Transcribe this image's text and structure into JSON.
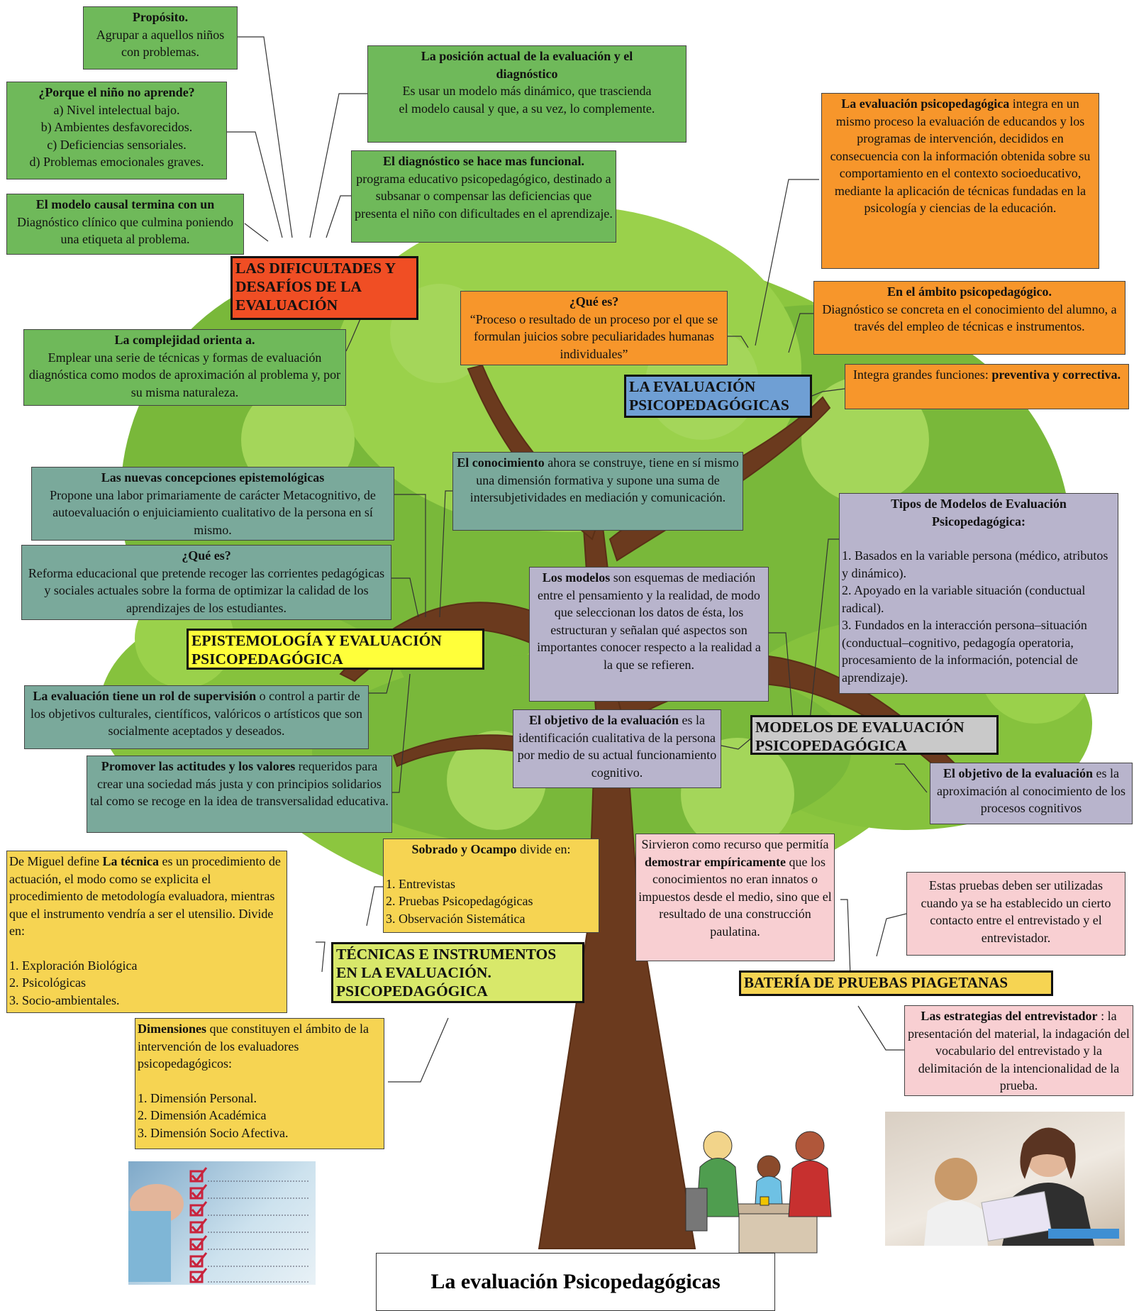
{
  "title": "La evaluación Psicopedagógicas",
  "colors": {
    "green": "#6fb95a",
    "orange": "#f7962b",
    "red_header": "#f04e24",
    "blue_header": "#6f9fd4",
    "teal": "#7aa99b",
    "lavender": "#b8b4cc",
    "yellow": "#f6d452",
    "yellow_header": "#ffff3a",
    "lightgreen_header": "#d8e86a",
    "pink": "#f8cfd2",
    "gray_header": "#c9c9c9"
  },
  "headers": {
    "dificultades": "LAS DIFICULTADES Y DESAFÍOS DE LA EVALUACIÓN",
    "evaluacion": "LA EVALUACIÓN PSICOPEDAGÓGICAS",
    "epistemologia": "EPISTEMOLOGÍA Y EVALUACIÓN PSICOPEDAGÓGICA",
    "modelos": "MODELOS DE EVALUACIÓN PSICOPEDAGÓGICA",
    "tecnicas": "TÉCNICAS E INSTRUMENTOS EN LA EVALUACIÓN. PSICOPEDAGÓGICA",
    "bateria": "BATERÍA DE PRUEBAS PIAGETANAS"
  },
  "dificultades": {
    "proposito": {
      "title": "Propósito.",
      "text": "Agrupar a aquellos niños con problemas."
    },
    "porque": {
      "title": "¿Porque el niño no aprende?",
      "items": [
        "a) Nivel intelectual bajo.",
        "b) Ambientes desfavorecidos.",
        "c) Deficiencias sensoriales.",
        "d) Problemas emocionales graves."
      ]
    },
    "causal": {
      "title": "El modelo causal termina con un",
      "text": "Diagnóstico clínico que culmina poniendo una etiqueta al problema."
    },
    "posicion": {
      "title": "La posición actual de la evaluación y el diagnóstico",
      "text": "Es usar un modelo más dinámico, que trascienda el modelo causal y que, a su vez, lo complemente."
    },
    "funcional": {
      "title": "El diagnóstico se hace mas funcional.",
      "text": "programa educativo psicopedagógico, destinado a subsanar o compensar las deficiencias que presenta el niño con dificultades en el aprendizaje."
    },
    "complejidad": {
      "title": "La complejidad orienta a.",
      "text": "Emplear una serie de técnicas y formas de evaluación diagnóstica como modos de aproximación al problema y, por su misma naturaleza."
    }
  },
  "evaluacion": {
    "integra_bold": "La evaluación psicopedagógica",
    "integra_text": "integra en un mismo proceso la evaluación de educandos y los programas de intervención, decididos en consecuencia con la información obtenida sobre su comportamiento en el contexto socioeducativo, mediante la aplicación de técnicas fundadas en la psicología y ciencias de la educación.",
    "que_es_title": "¿Qué es?",
    "que_es_text": "“Proceso o resultado de un proceso por el que se formulan juicios sobre peculiaridades humanas individuales”",
    "ambito_title": "En el ámbito psicopedagógico.",
    "ambito_text": "Diagnóstico se concreta en el conocimiento del alumno, a través del empleo de técnicas e instrumentos.",
    "funciones_text": "Integra grandes funciones:",
    "funciones_bold": "preventiva y correctiva."
  },
  "epistemologia": {
    "nuevas_title": "Las nuevas concepciones epistemológicas",
    "nuevas_text": "Propone una labor primariamente de carácter Metacognitivo, de autoevaluación o enjuiciamiento cualitativo de la persona en sí mismo.",
    "conocimiento_bold": "El conocimiento",
    "conocimiento_text": "ahora se construye, tiene en sí mismo una dimensión formativa y supone una suma de intersubjetividades en mediación y comunicación.",
    "que_es_title": "¿Qué es?",
    "que_es_text": "Reforma educacional que pretende recoger las corrientes pedagógicas y sociales actuales sobre la forma de optimizar la calidad de los aprendizajes de los estudiantes.",
    "rol_bold": "La evaluación tiene un rol de supervisión",
    "rol_text": "o control a partir de los objetivos culturales, científicos, valóricos o artísticos que son socialmente aceptados y deseados.",
    "promover_bold": "Promover las actitudes y los valores",
    "promover_text": "requeridos para crear una sociedad más justa y con principios solidarios tal como se recoge en la idea de transversalidad educativa."
  },
  "modelos": {
    "modelos_bold": "Los modelos",
    "modelos_text": "son esquemas de mediación entre el pensamiento y la realidad, de modo que seleccionan los datos de ésta, los estructuran y señalan qué aspectos son importantes conocer respecto a la realidad a la que se refieren.",
    "tipos_title": "Tipos de Modelos de Evaluación Psicopedagógica:",
    "tipos_items": [
      "1. Basados en la variable persona (médico, atributos y dinámico).",
      "2. Apoyado en la variable situación (conductual radical).",
      "3. Fundados en la interacción persona–situación (conductual–cognitivo, pedagogía operatoria, procesamiento de la información, potencial de aprendizaje)."
    ],
    "objetivo1_bold": "El objetivo de la evaluación",
    "objetivo1_text": "es la identificación cualitativa de la persona por medio de su actual funcionamiento cognitivo.",
    "objetivo2_bold": "El objetivo de la evaluación",
    "objetivo2_text": "es la aproximación al conocimiento de los procesos cognitivos"
  },
  "tecnicas": {
    "miguel_pre": "De Miguel define",
    "miguel_bold": "La técnica",
    "miguel_text": "es un procedimiento de actuación, el modo como se explicita el procedimiento de metodología evaluadora, mientras que el instrumento vendría a ser el utensilio. Divide en:",
    "miguel_items": [
      "1. Exploración Biológica",
      "2. Psicológicas",
      "3. Socio-ambientales."
    ],
    "sobrado_bold": "Sobrado y Ocampo",
    "sobrado_text": "divide en:",
    "sobrado_items": [
      "1. Entrevistas",
      "2. Pruebas Psicopedagógicas",
      "3. Observación Sistemática"
    ],
    "dimensiones_bold": "Dimensiones",
    "dimensiones_text": "que constituyen el ámbito de la intervención de los evaluadores psicopedagógicos:",
    "dimensiones_items": [
      "1. Dimensión Personal.",
      "2. Dimensión Académica",
      "3. Dimensión Socio Afectiva."
    ]
  },
  "bateria": {
    "sirvieron_pre": "Sirvieron como recurso que permitía",
    "sirvieron_bold": "demostrar empíricamente",
    "sirvieron_text": "que los conocimientos no eran innatos o impuestos desde el medio, sino que el resultado de una construcción paulatina.",
    "pruebas_text": "Estas pruebas deben ser utilizadas cuando ya se ha establecido un cierto contacto entre el entrevistado y el entrevistador.",
    "estrategias_bold": "Las estrategias del entrevistador",
    "estrategias_text": ": la presentación del material, la indagación del vocabulario del entrevistado y la delimitación de la intencionalidad de la prueba."
  }
}
